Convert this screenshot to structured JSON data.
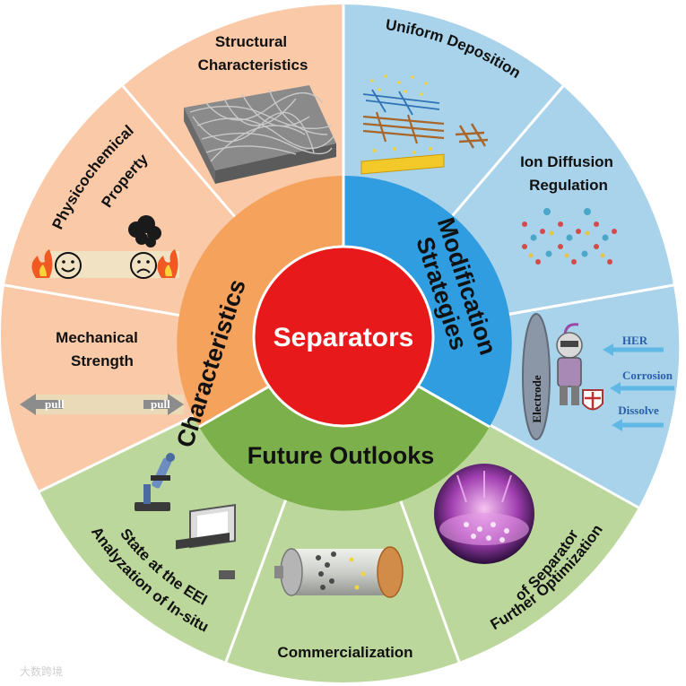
{
  "center": {
    "label": "Separators"
  },
  "inner_ring": [
    {
      "id": "characteristics",
      "label": "Characteristics"
    },
    {
      "id": "modification",
      "label_line1": "Modification",
      "label_line2": "Strategies"
    },
    {
      "id": "outlooks",
      "label": "Future Outlooks"
    }
  ],
  "outer_segments": {
    "structural": {
      "line1": "Structural",
      "line2": "Characteristics"
    },
    "physicochemical": {
      "line1": "Physicochemical",
      "line2": "Property"
    },
    "mechanical": {
      "line1": "Mechanical",
      "line2": "Strength",
      "pull_left": "pull",
      "pull_right": "pull"
    },
    "uniform": {
      "label": "Uniform Deposition"
    },
    "ion": {
      "line1": "Ion Diffusion",
      "line2": "Regulation"
    },
    "protection": {
      "electrode": "Electrode",
      "her": "HER",
      "corrosion": "Corrosion",
      "dissolve": "Dissolve"
    },
    "optimization": {
      "line1": "Further Optimization",
      "line2": "of Separator"
    },
    "commercialization": {
      "label": "Commercialization"
    },
    "analyzation": {
      "line1": "Analyzation of In-situ",
      "line2": "State at the EEI"
    }
  },
  "watermark": "大数跨境",
  "colors": {
    "characteristics_outer": "#f9c9a8",
    "characteristics_inner": "#f5a25d",
    "modification_outer": "#a9d3ea",
    "modification_inner": "#2f9de0",
    "outlooks_outer": "#bcd79b",
    "outlooks_inner": "#7bb04a",
    "center": "#e8191a",
    "divider": "#ffffff"
  }
}
